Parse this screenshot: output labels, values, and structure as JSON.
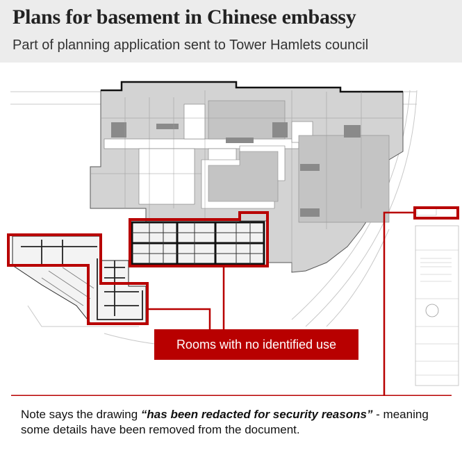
{
  "header": {
    "title": "Plans for basement in Chinese embassy",
    "subtitle": "Part of planning application sent to Tower Hamlets council"
  },
  "callout": {
    "label": "Rooms with no identified use"
  },
  "note": {
    "before": "Note says the drawing ",
    "quote": "“has been redacted for security reasons”",
    "after": " - meaning some details have been removed from the document."
  },
  "colors": {
    "highlight": "#b80000",
    "plan_fill": "#d3d3d3",
    "header_bg": "#ececec"
  }
}
